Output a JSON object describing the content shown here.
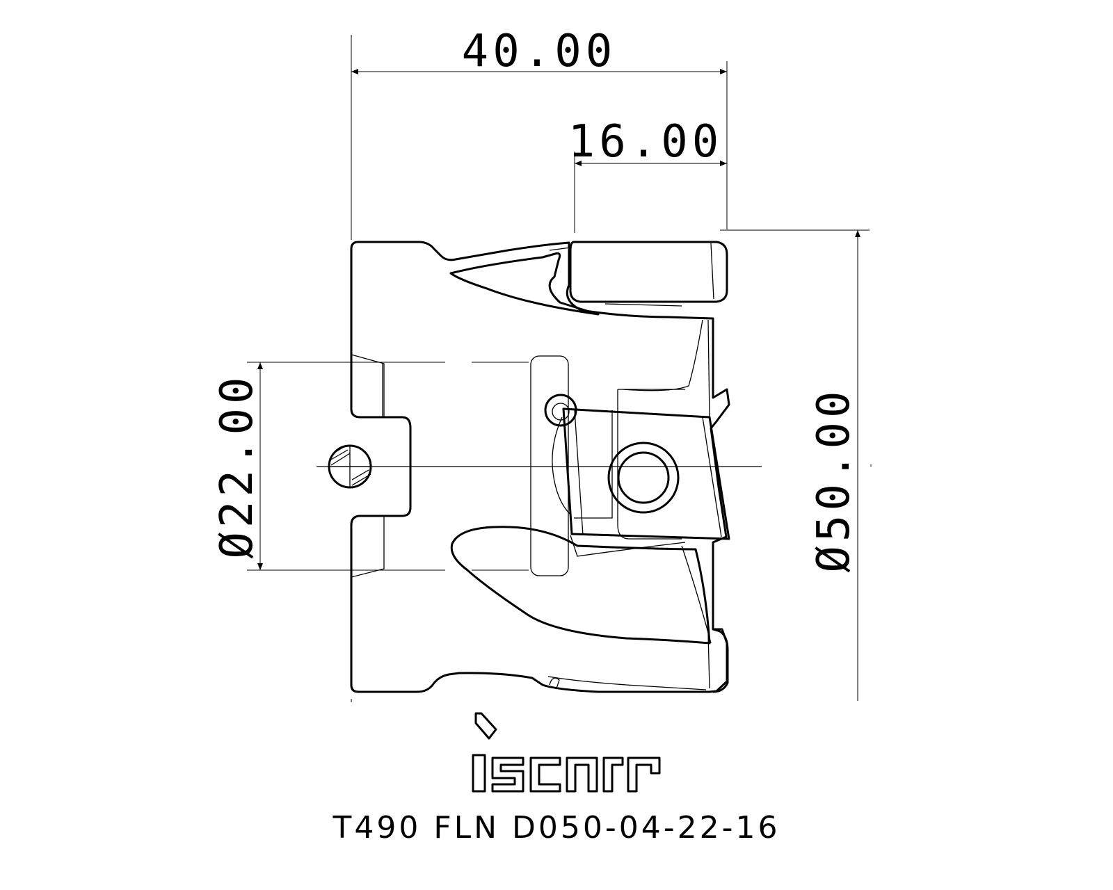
{
  "dimensions": {
    "overall_length": "40.00",
    "insert_length": "16.00",
    "bore_diameter": "Ø22.00",
    "cutting_diameter": "Ø50.00"
  },
  "logo": {
    "text": "iscar"
  },
  "caption": {
    "designation": "T490 FLN D050-04-22-16"
  },
  "colors": {
    "line": "#000000",
    "background": "#ffffff"
  }
}
